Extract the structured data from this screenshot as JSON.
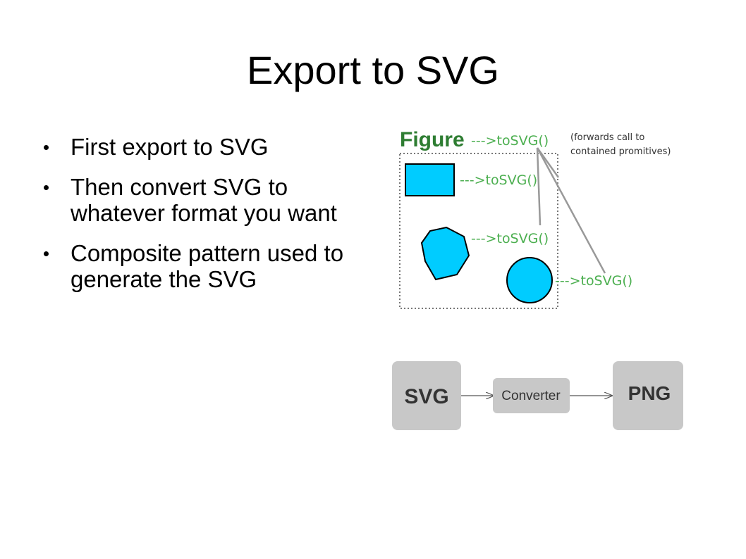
{
  "slide": {
    "title": "Export to SVG",
    "bullets": [
      "First export to SVG",
      "Then convert SVG to whatever format you want",
      "Composite pattern used to generate the SVG"
    ]
  },
  "composite_diagram": {
    "figure_label": "Figure",
    "arrow_labels": [
      "--->toSVG()",
      "--->toSVG()",
      "--->toSVG()",
      "--->toSVG()"
    ],
    "note_line1": "(forwards call to",
    "note_line2": "contained promitives)",
    "colors": {
      "shape_fill": "#00ccff",
      "figure_label": "#2e7d32",
      "arrow_text": "#4caf50",
      "connector": "#999999"
    }
  },
  "conversion_flow": {
    "source": "SVG",
    "converter": "Converter",
    "target": "PNG",
    "colors": {
      "box_fill": "#c8c8c8"
    }
  }
}
